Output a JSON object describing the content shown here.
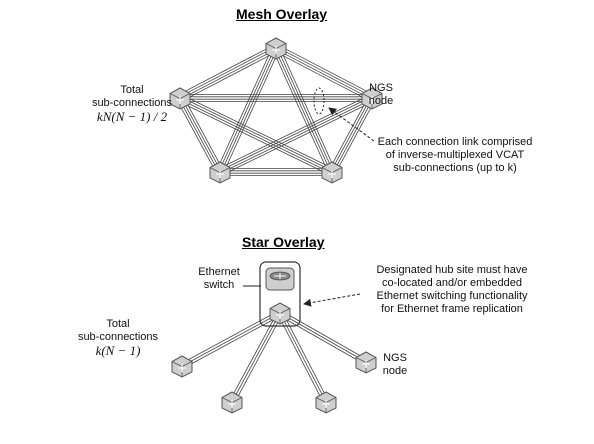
{
  "mesh": {
    "title": "Mesh Overlay",
    "total_label_line1": "Total",
    "total_label_line2": "sub-connections",
    "total_formula": "kN(N − 1) / 2",
    "ngs_label_line1": "NGS",
    "ngs_label_line2": "node",
    "link_note_line1": "Each connection link comprised",
    "link_note_line2": "of inverse-multiplexed VCAT",
    "link_note_line3": "sub-connections (up to k)"
  },
  "star": {
    "title": "Star Overlay",
    "switch_label_line1": "Ethernet",
    "switch_label_line2": "switch",
    "hub_note_line1": "Designated hub site must have",
    "hub_note_line2": "co-located and/or embedded",
    "hub_note_line3": "Ethernet switching functionality",
    "hub_note_line4": "for Ethernet frame replication",
    "total_label_line1": "Total",
    "total_label_line2": "sub-connections",
    "total_formula": "k(N − 1)",
    "ngs_label_line1": "NGS",
    "ngs_label_line2": "node"
  },
  "colors": {
    "node_fill": "#cfcfcf",
    "node_edge": "#555555",
    "link": "#444444",
    "background": "#ffffff"
  },
  "icons": {
    "node": "ngs-node-cube-icon",
    "switch": "ethernet-switch-router-icon"
  }
}
